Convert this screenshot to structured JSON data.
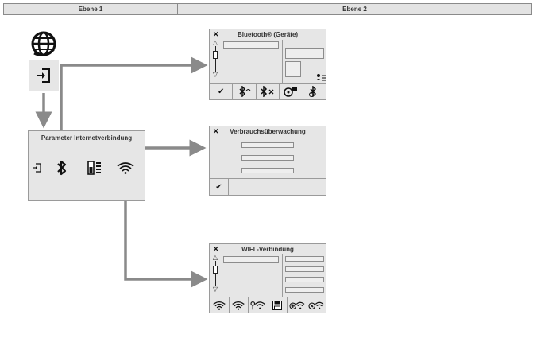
{
  "headers": {
    "level1": "Ebene 1",
    "level2": "Ebene 2"
  },
  "parameter_box": {
    "title": "Parameter Internetverbindung"
  },
  "bluetooth_screen": {
    "title": "Bluetooth® (Geräte)"
  },
  "consumption_screen": {
    "title": "Verbrauchsüberwachung"
  },
  "wifi_screen": {
    "title": "WIFI -Verbindung"
  },
  "glyphs": {
    "close": "✕",
    "check": "✔",
    "up": "△",
    "down": "▽"
  },
  "icons": [
    "globe-icon",
    "login-icon",
    "bluetooth-icon",
    "battery-icon",
    "wifi-icon",
    "close-icon",
    "check-icon"
  ],
  "colors": {
    "arrow": "#8a8a8a",
    "box_fill": "#e6e6e6",
    "border": "#9a9a9a"
  }
}
